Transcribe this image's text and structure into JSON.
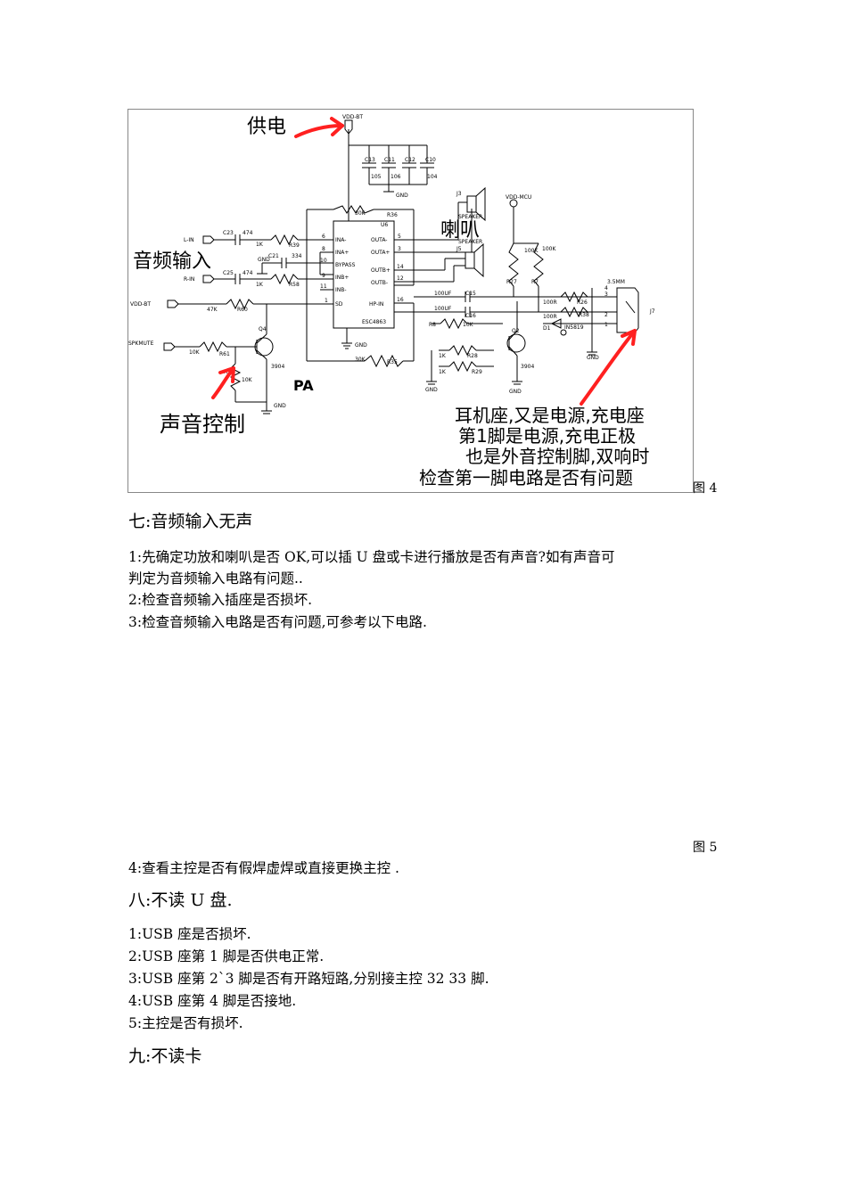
{
  "figure4": {
    "caption": "图 4",
    "annotations": {
      "power": "供电",
      "speaker": "喇叭",
      "audio_in": "音频输入",
      "sound_control": "声音控制",
      "pa": "PA",
      "note_line1": "耳机座,又是电源,充电座",
      "note_line2": "第1脚是电源,充电正极",
      "note_line3": "也是外音控制脚,双响时",
      "note_line4": "检查第一脚电路是否有问题"
    },
    "labels": {
      "vdd_bt": "VDD-BT",
      "vdd_bt2": "VDD-BT",
      "vdd_mcu": "VDD-MCU",
      "c10": "C10",
      "c11": "C11",
      "c12": "C12",
      "c13": "C13",
      "v105": "105",
      "v106": "106",
      "v104": "104",
      "gnd1": "GND",
      "gnd2": "GND",
      "gnd3": "GND",
      "gnd4": "GND",
      "gnd5": "GND",
      "gnd6": "GND",
      "gnd7": "GND",
      "r36": "R36",
      "v30k1": "30K",
      "u6": "U6",
      "r35": "R35",
      "v30k2": "30K",
      "l_in": "L-IN",
      "r_in": "R-IN",
      "c23": "C23",
      "c21": "C21",
      "c25": "C25",
      "v474a": "474",
      "v474b": "474",
      "v334": "334",
      "r39": "R39",
      "r58": "R58",
      "v1ka": "1K",
      "v1kb": "1K",
      "r60": "R60",
      "v47k": "47K",
      "spkmute": "SPKMUTE",
      "r61": "R61",
      "v10ka": "10K",
      "q4": "Q4",
      "r59": "R59",
      "v10kb": "10K",
      "v3904a": "3904",
      "ina_m": "INA-",
      "ina_p": "INA+",
      "bypass": "BYPASS",
      "inb_p": "INB+",
      "inb_m": "INB-",
      "sd": "SD",
      "outa_m": "OUTA-",
      "outa_p": "OUTA+",
      "outb_p": "OUTB+",
      "outb_m": "OUTB-",
      "hp_in": "HP-IN",
      "chip": "ESC4863",
      "p6": "6",
      "p8": "8",
      "p10": "10",
      "p9": "9",
      "p11": "11",
      "p1": "1",
      "p5": "5",
      "p3": "3",
      "p14": "14",
      "p12": "12",
      "p16": "16",
      "j3": "J3",
      "j5": "J5",
      "speaker1": "SPEAKER",
      "speaker2": "SPEAKER",
      "r27": "R27",
      "r7": "R7",
      "v100ka": "100K",
      "v100kb": "100K",
      "c15": "C15",
      "c16": "C16",
      "v100uf1": "100UF",
      "v100uf2": "100UF",
      "r8": "R8",
      "v10k_r8": "10K",
      "r28": "R28",
      "r29": "R29",
      "v1kc": "1K",
      "v1kd": "1K",
      "q2": "Q2",
      "v3904b": "3904",
      "r26": "R26",
      "r38": "R38",
      "v100r1": "100R",
      "v100r2": "100R",
      "d1": "D1",
      "in5819": "IN5819",
      "jack": "3.5MM",
      "j7": "J7",
      "pj4": "4",
      "pj3": "3",
      "pj2": "2",
      "pj1": "1"
    }
  },
  "section7": {
    "title": "七:音频输入无声",
    "item1_line1": "1:先确定功放和喇叭是否 OK,可以插 U 盘或卡进行播放是否有声音?如有声音可",
    "item1_line2": "判定为音频输入电路有问题..",
    "item2": "2:检查音频输入插座是否损坏.",
    "item3": "3:检查音频输入电路是否有问题,可参考以下电路."
  },
  "figure5": {
    "caption": "图 5"
  },
  "item4": "4:查看主控是否有假焊虚焊或直接更换主控 .",
  "section8": {
    "title": "八:不读 U 盘.",
    "items": [
      "1:USB 座是否损坏.",
      "2:USB 座第 1 脚是否供电正常.",
      "3:USB 座第 2`3 脚是否有开路短路,分别接主控 32 33 脚.",
      "4:USB 座第 4 脚是否接地.",
      "5:主控是否有损坏."
    ]
  },
  "section9": {
    "title": "九:不读卡"
  },
  "colors": {
    "annotation_arrow": "#ff2020",
    "wire": "#000000"
  }
}
